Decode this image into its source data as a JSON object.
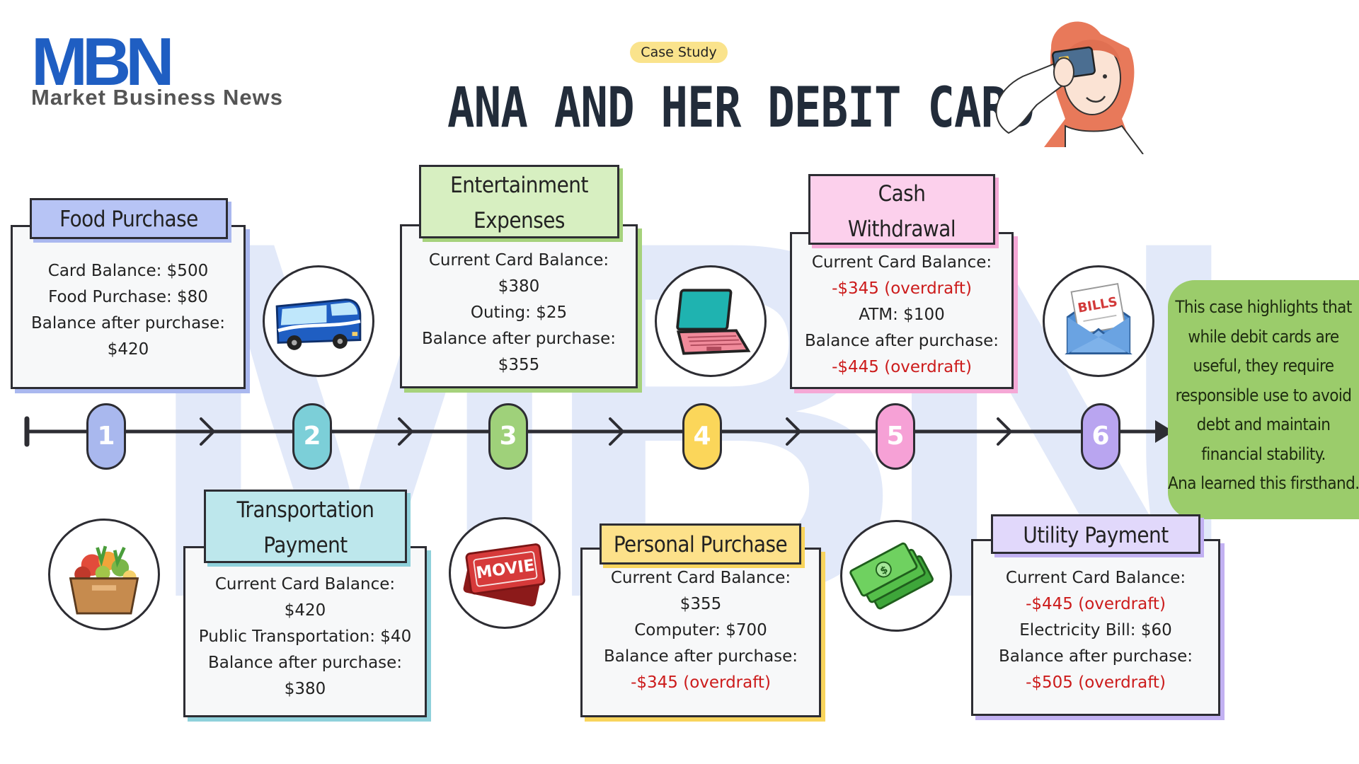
{
  "logo": {
    "mark": "MBN",
    "name": "Market Business News"
  },
  "badge": "Case Study",
  "title": "ANA AND HER DEBIT CARD",
  "watermark": "MBN",
  "steps": [
    {
      "num": "1",
      "color": "#a9b8ee"
    },
    {
      "num": "2",
      "color": "#7ccfd8"
    },
    {
      "num": "3",
      "color": "#9fd17a"
    },
    {
      "num": "4",
      "color": "#fbd65a"
    },
    {
      "num": "5",
      "color": "#f6a1d6"
    },
    {
      "num": "6",
      "color": "#b9a5f0"
    }
  ],
  "cards": {
    "food": {
      "title": "Food Purchase",
      "lines": [
        "Card Balance: $500",
        "Food Purchase: $80",
        "Balance after purchase:",
        "$420"
      ]
    },
    "transport": {
      "title_lines": [
        "Transportation",
        "Payment"
      ],
      "lines": [
        "Current Card Balance:",
        "$420",
        "Public Transportation: $40",
        "Balance after purchase:",
        "$380"
      ]
    },
    "entertainment": {
      "title_lines": [
        "Entertainment",
        "Expenses"
      ],
      "lines": [
        "Current Card Balance:",
        "$380",
        "Outing: $25",
        "Balance after purchase:",
        "$355"
      ]
    },
    "personal": {
      "title": "Personal Purchase",
      "lines": [
        "Current Card Balance:",
        "$355",
        "Computer: $700",
        "Balance after purchase:",
        "-$345 (overdraft)"
      ]
    },
    "cash": {
      "title_lines": [
        "Cash",
        "Withdrawal"
      ],
      "lines": [
        "Current Card Balance:",
        "-$345 (overdraft)",
        "ATM: $100",
        "Balance after purchase:",
        "-$445 (overdraft)"
      ]
    },
    "utility": {
      "title": "Utility Payment",
      "lines": [
        "Current Card Balance:",
        "-$445 (overdraft)",
        "Electricity Bill: $60",
        "Balance after purchase:",
        "-$505 (overdraft)"
      ]
    }
  },
  "icons": {
    "movie_text": "MOVIE",
    "bills_text": "BILLS"
  },
  "conclusion_lines": [
    "This case highlights that",
    "while debit cards are",
    "useful, they require",
    "responsible use to avoid",
    "debt and maintain",
    "financial stability.",
    "Ana learned this firsthand."
  ],
  "colors": {
    "line": "#2d2d33",
    "negative": "#cc1b1b",
    "food_tag": "#b7c4f5",
    "food_shadow": "#aab8ef",
    "transport_tag": "#bde7ec",
    "transport_shadow": "#8fd1db",
    "entertainment_tag": "#d7efc1",
    "entertainment_shadow": "#a6d27c",
    "personal_tag": "#fde18a",
    "personal_shadow": "#f8d45c",
    "cash_tag": "#fcd0ec",
    "cash_shadow": "#f5a8d6",
    "utility_tag": "#e1d8fb",
    "utility_shadow": "#c2b1f2",
    "conclusion": "#9bcc6b"
  }
}
